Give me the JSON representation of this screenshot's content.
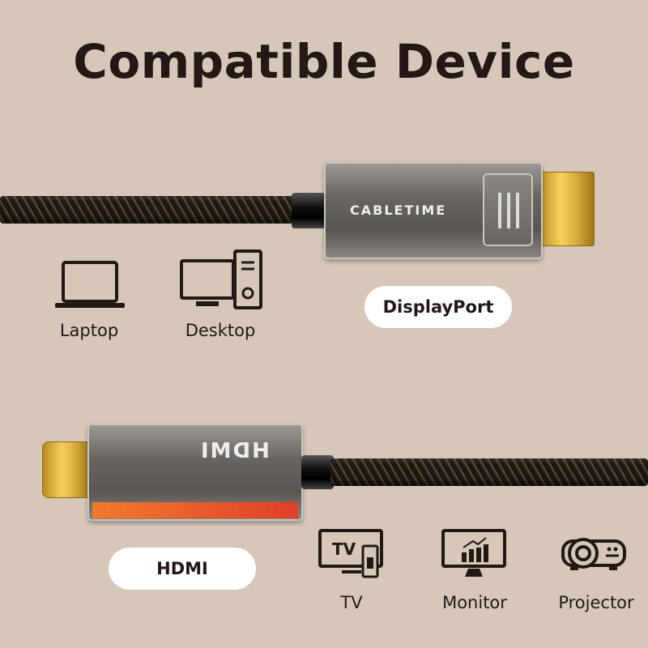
{
  "title": "Compatible Device",
  "displayport": {
    "brand": "CABLETIME",
    "label": "DisplayPort",
    "devices": [
      {
        "label": "Laptop",
        "icon": "laptop-icon"
      },
      {
        "label": "Desktop",
        "icon": "desktop-icon"
      }
    ]
  },
  "hdmi": {
    "brand": "HDMI",
    "label": "HDMI",
    "devices": [
      {
        "label": "TV",
        "icon": "tv-icon"
      },
      {
        "label": "Monitor",
        "icon": "monitor-icon"
      },
      {
        "label": "Projector",
        "icon": "projector-icon"
      }
    ]
  },
  "tv_icon_text": "TV",
  "colors": {
    "background": "#d7c7b9",
    "text": "#231815",
    "hdmi_stripe": "#e8562a"
  }
}
